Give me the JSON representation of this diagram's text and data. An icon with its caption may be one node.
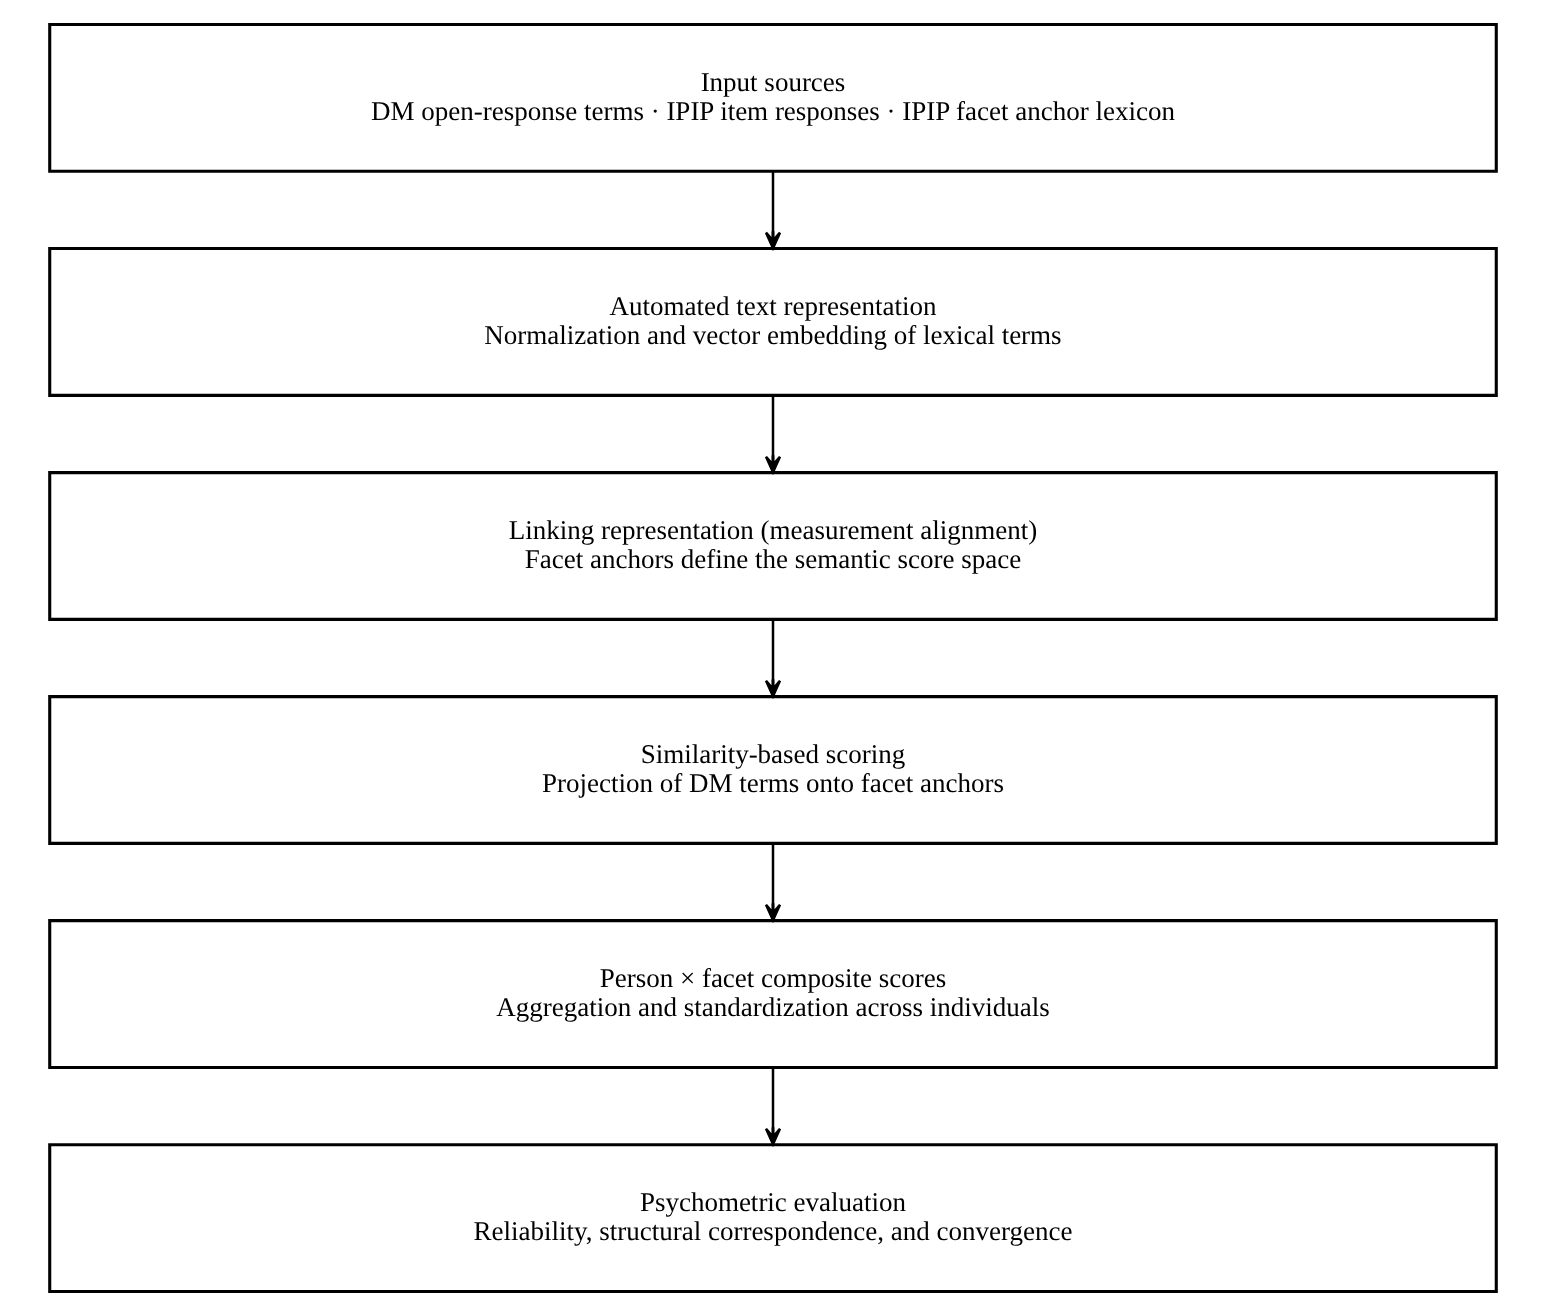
{
  "diagram": {
    "nodes": [
      {
        "text": [
          "Input sources",
          "DM open-response terms · IPIP item responses · IPIP facet anchor lexicon"
        ]
      },
      {
        "text": [
          "Automated text representation",
          "Normalization and vector embedding of lexical terms"
        ]
      },
      {
        "text": [
          "Linking representation (measurement alignment)",
          "Facet anchors define the semantic score space"
        ]
      },
      {
        "text": [
          "Similarity-based scoring",
          "Projection of DM terms onto facet anchors"
        ]
      },
      {
        "text": [
          "Person × facet composite scores",
          "Aggregation and standardization across individuals"
        ]
      },
      {
        "text": [
          "Psychometric evaluation",
          "Reliability, structural correspondence, and convergence"
        ]
      }
    ],
    "edges": [
      {
        "from": 0,
        "to": 1,
        "arrow": "to"
      },
      {
        "from": 1,
        "to": 2,
        "arrow": "to"
      },
      {
        "from": 2,
        "to": 3,
        "arrow": "to"
      },
      {
        "from": 3,
        "to": 4,
        "arrow": "to"
      },
      {
        "from": 4,
        "to": 5,
        "arrow": "to"
      }
    ]
  }
}
